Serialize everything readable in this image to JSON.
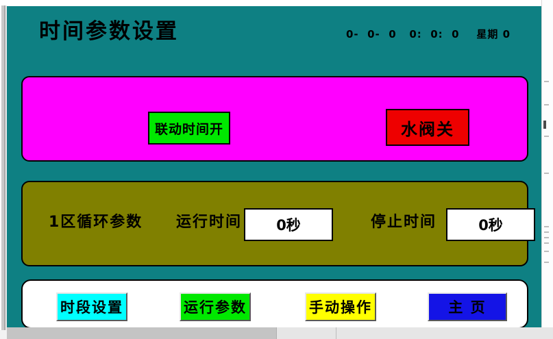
{
  "header": {
    "title": "时间参数设置",
    "clock": "0-  0-  0   0:  0:  0    星期 0"
  },
  "status_panel": {
    "linkage_button": "联动时间开",
    "valve_button": "水阀关",
    "background_color": "#ff00ff",
    "linkage_color": "#00e800",
    "valve_color": "#ee0000"
  },
  "cycle_panel": {
    "zone_label": "1区循环参数",
    "run_time_label": "运行时间",
    "run_time_value": "0秒",
    "stop_time_label": "停止时间",
    "stop_time_value": "0秒",
    "background_color": "#808000"
  },
  "nav_bar": {
    "buttons": [
      {
        "label": "时段设置",
        "color": "#00ffff"
      },
      {
        "label": "运行参数",
        "color": "#00e800"
      },
      {
        "label": "手动操作",
        "color": "#ffff00"
      },
      {
        "label": "主  页",
        "color": "#1414e6"
      }
    ]
  },
  "theme": {
    "app_background": "#0e8083",
    "text_color": "#000000"
  }
}
